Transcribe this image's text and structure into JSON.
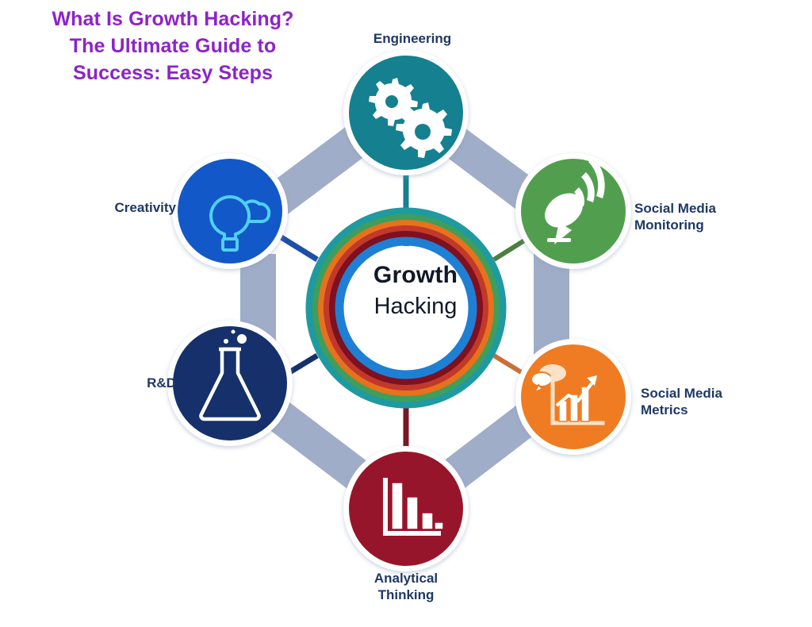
{
  "title": {
    "lines": [
      "What Is Growth Hacking?",
      "The Ultimate Guide to",
      "Success: Easy Steps"
    ],
    "color": "#8d23c9"
  },
  "center": {
    "line1": "Growth",
    "line2": "Hacking",
    "text_color": "#111827",
    "ring_colors": [
      "#1f7fd4",
      "#7e1020",
      "#c0392b",
      "#e8711c",
      "#3f9e5a",
      "#1f9aa0"
    ]
  },
  "diagram": {
    "type": "hexagon-cycle",
    "connector_color": "#9fadc9",
    "node_ring_color": "#ffffff",
    "label_color": "#1f3864",
    "nodes": [
      {
        "id": "engineering",
        "label": "Engineering",
        "icon": "gears-icon",
        "color": "#15808f",
        "spoke_color": "#15808f",
        "position": "top"
      },
      {
        "id": "social-media-monitoring",
        "label": "Social Media\nMonitoring",
        "icon": "satellite-dish-icon",
        "color": "#529e4f",
        "spoke_color": "#4b7f3f",
        "position": "top-right"
      },
      {
        "id": "social-media-metrics",
        "label": "Social Media\nMetrics",
        "icon": "chart-growth-chat-icon",
        "color": "#ef7c22",
        "spoke_color": "#c96f3a",
        "position": "bottom-right"
      },
      {
        "id": "analytical-thinking",
        "label": "Analytical\nThinking",
        "icon": "bar-chart-descending-icon",
        "color": "#97152a",
        "spoke_color": "#7b1626",
        "position": "bottom"
      },
      {
        "id": "rnd",
        "label": "R&D",
        "icon": "flask-icon",
        "color": "#16306b",
        "spoke_color": "#16306b",
        "position": "bottom-left"
      },
      {
        "id": "creativity",
        "label": "Creativity",
        "icon": "lightbulb-cloud-icon",
        "color": "#1358c8",
        "spoke_color": "#1b4fa8",
        "position": "top-left"
      }
    ]
  }
}
